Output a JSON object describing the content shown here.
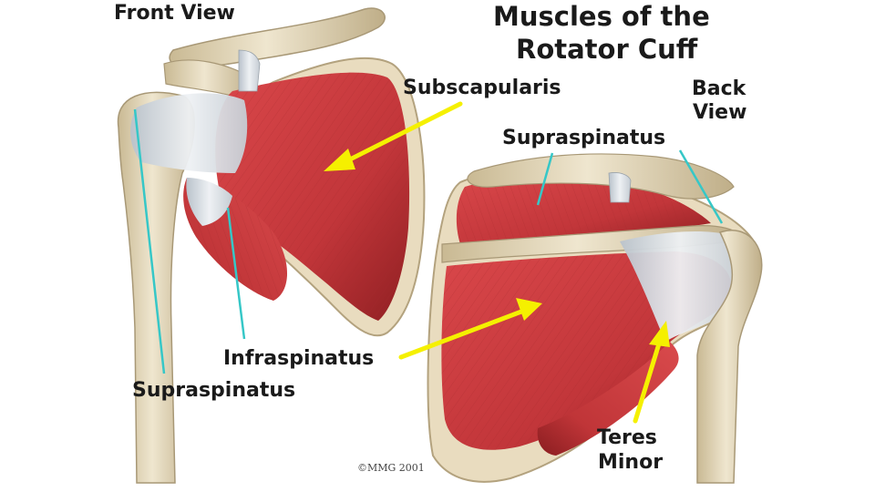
{
  "figure": {
    "title_line1": "Muscles of the",
    "title_line2": "Rotator Cuff",
    "front_view": "Front View",
    "back_view_line1": "Back",
    "back_view_line2": "View",
    "copyright": "©MMG 2001"
  },
  "labels": {
    "subscapularis": "Subscapularis",
    "supraspinatus_back": "Supraspinatus",
    "infraspinatus": "Infraspinatus",
    "supraspinatus_front": "Supraspinatus",
    "teres_line1": "Teres",
    "teres_line2": "Minor"
  },
  "colors": {
    "muscle": "#c8393a",
    "muscle_dark": "#8f1f22",
    "bone": "#e8dcc0",
    "bone_shade": "#b9a987",
    "tendon": "#d7dde3",
    "arrow": "#f5f000",
    "leader": "#36c7c7"
  }
}
